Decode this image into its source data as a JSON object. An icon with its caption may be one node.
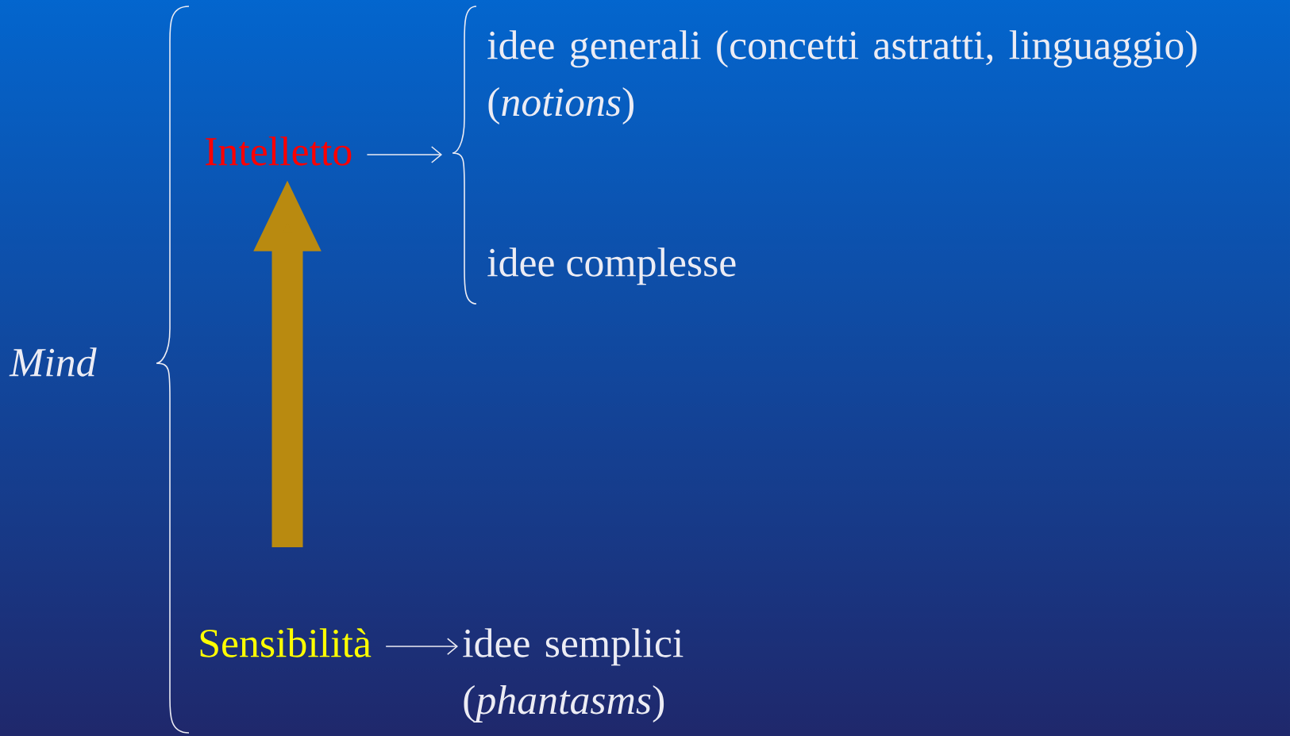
{
  "diagram": {
    "nodes": [
      {
        "text": [
          "Mind"
        ]
      },
      {
        "text": [
          "Intelletto"
        ]
      },
      {
        "text": [
          "idee generali (concetti astratti, linguaggio) (*notions*)"
        ]
      },
      {
        "text": [
          "idee complesse"
        ]
      },
      {
        "text": [
          "Sensibilità"
        ]
      },
      {
        "text": [
          "idee semplici (*phantasms*)"
        ]
      },
      {
        "text": [],
        "shape": "brace"
      }
    ],
    "edges": [
      {
        "from": 1,
        "to": 6,
        "arrow": "to"
      },
      {
        "from": 4,
        "to": 1,
        "arrow": "to",
        "style": "thick",
        "color": "#b98a10"
      },
      {
        "from": 4,
        "to": 5,
        "arrow": "to"
      }
    ]
  }
}
